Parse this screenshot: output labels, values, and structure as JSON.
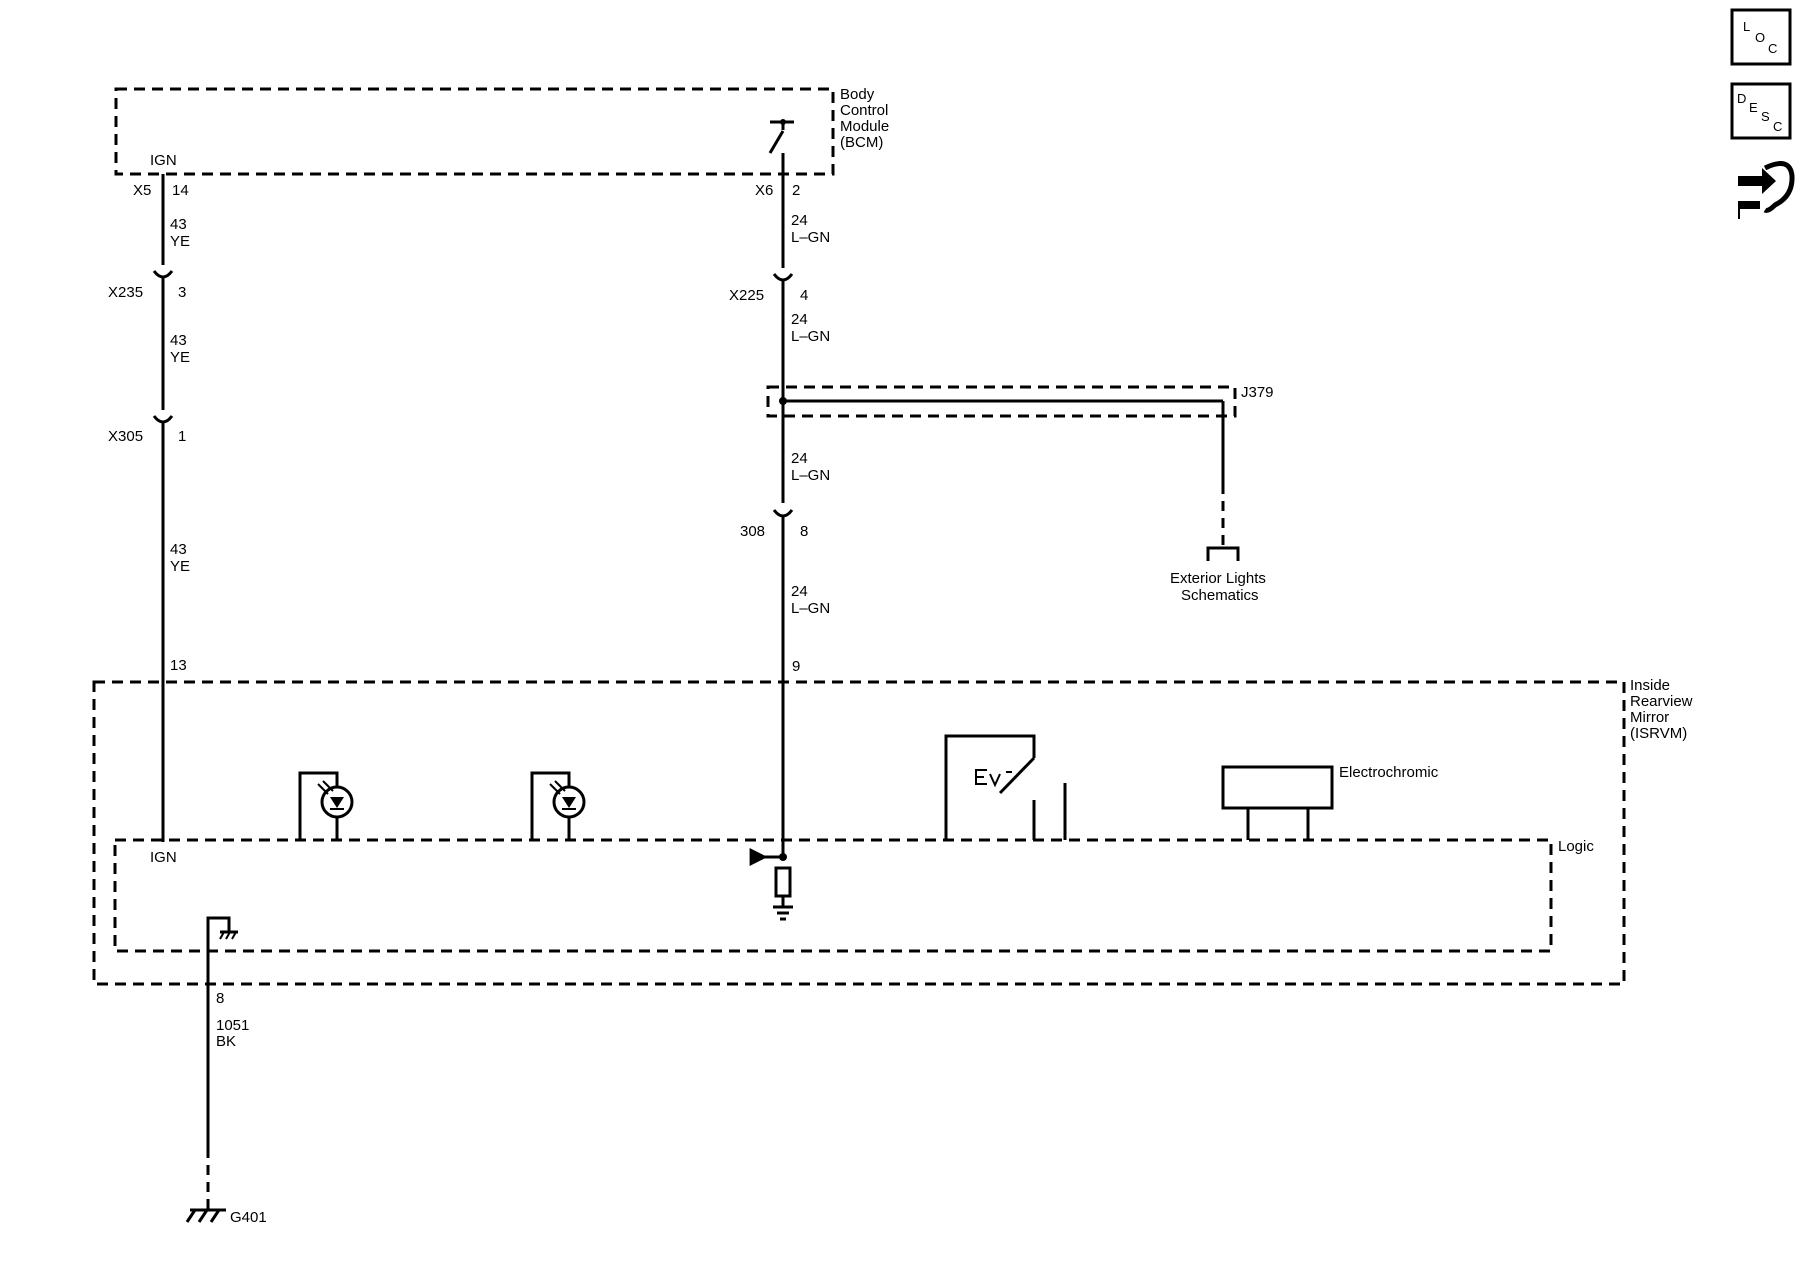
{
  "bcm": {
    "label_lines": [
      "Body",
      "Control",
      "Module",
      "(BCM)"
    ],
    "ign_label": "IGN"
  },
  "isrvm": {
    "label_lines": [
      "Inside",
      "Rearview",
      "Mirror",
      "(ISRVM)"
    ],
    "logic_label": "Logic",
    "ign_label": "IGN",
    "electrochromic_label": "Electrochromic"
  },
  "circuit_ign": {
    "bcm_connector": "X5",
    "bcm_pin": "14",
    "wire_1": {
      "gauge": "43",
      "color": "YE"
    },
    "inline_1": {
      "connector": "X235",
      "pin": "3"
    },
    "wire_2": {
      "gauge": "43",
      "color": "YE"
    },
    "inline_2": {
      "connector": "X305",
      "pin": "1"
    },
    "wire_3": {
      "gauge": "43",
      "color": "YE"
    },
    "mirror_pin": "13"
  },
  "circuit_signal": {
    "bcm_connector": "X6",
    "bcm_pin": "2",
    "wire_1": {
      "gauge": "24",
      "color": "L–GN"
    },
    "inline_1": {
      "connector": "X225",
      "pin": "4"
    },
    "wire_2": {
      "gauge": "24",
      "color": "L–GN"
    },
    "splice": "J379",
    "wire_3": {
      "gauge": "24",
      "color": "L–GN"
    },
    "inline_2": {
      "connector": "308",
      "pin": "8"
    },
    "wire_4": {
      "gauge": "24",
      "color": "L–GN"
    },
    "mirror_pin": "9"
  },
  "exterior_lights": {
    "label_lines": [
      "Exterior Lights",
      "Schematics"
    ]
  },
  "ground": {
    "mirror_pin": "8",
    "wire": {
      "gauge": "1051",
      "color": "BK"
    },
    "ground_point": "G401"
  },
  "nav_icons": {
    "loc": {
      "letters": [
        "L",
        "O",
        "C"
      ],
      "icon": "location-icon"
    },
    "desc": {
      "letters": [
        "D",
        "E",
        "S",
        "C"
      ],
      "icon": "description-icon"
    },
    "connector": {
      "icon": "connector-end-view-icon"
    }
  }
}
